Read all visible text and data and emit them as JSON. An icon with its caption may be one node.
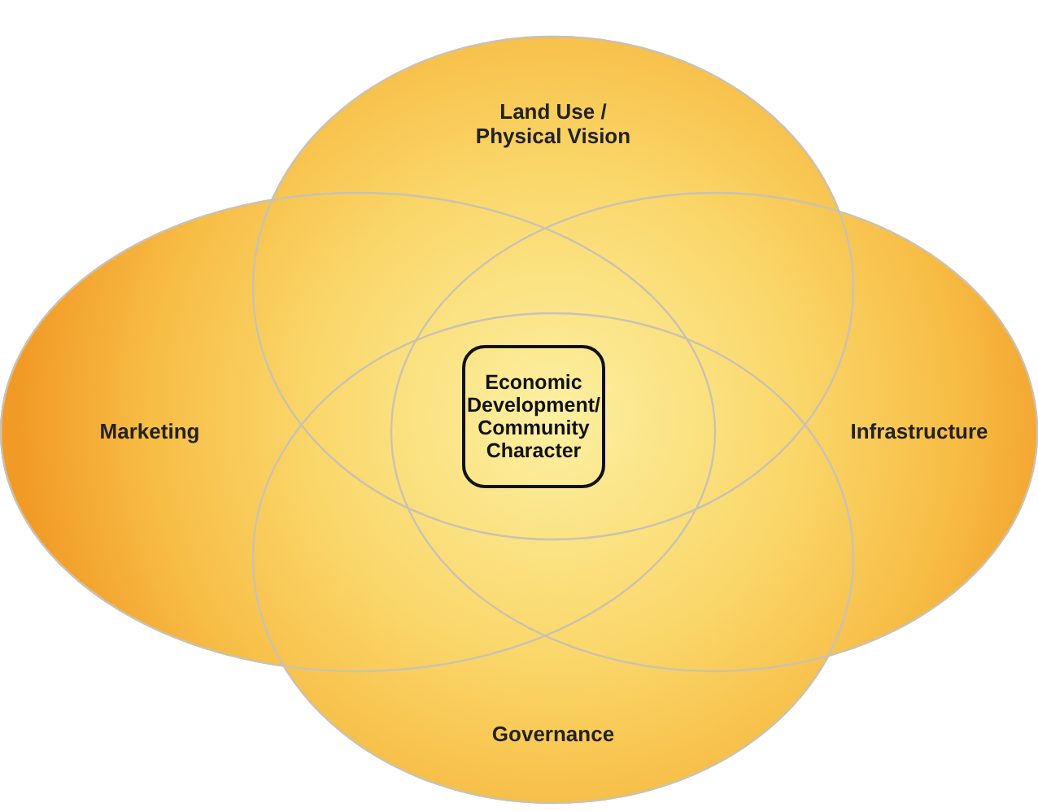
{
  "diagram": {
    "nodes": [
      {
        "text": [
          "Land Use / Physical Vision"
        ]
      },
      {
        "text": [
          "Marketing"
        ]
      },
      {
        "text": [
          "Economic Development/ Community Character"
        ]
      },
      {
        "text": [
          "Infrastructure"
        ]
      },
      {
        "text": [
          "Governance"
        ]
      }
    ],
    "edges": []
  }
}
